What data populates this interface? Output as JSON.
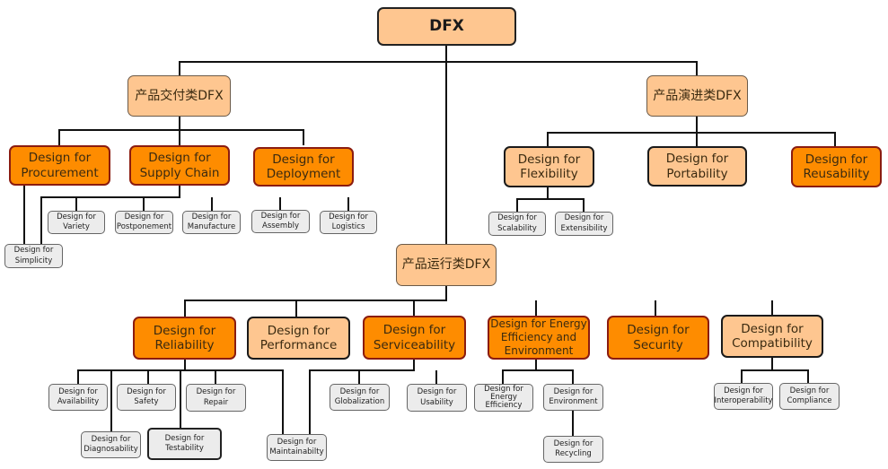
{
  "root": {
    "label": "DFX"
  },
  "categories": {
    "delivery": {
      "label": "产品交付类DFX"
    },
    "evolution": {
      "label": "产品演进类DFX"
    },
    "operation": {
      "label": "产品运行类DFX"
    }
  },
  "delivery_children": [
    {
      "label": "Design for\nProcurement"
    },
    {
      "label": "Design for\nSupply Chain"
    },
    {
      "label": "Design for\nDeployment"
    }
  ],
  "delivery_leaves": [
    {
      "label": "Design for\nSimplicity"
    },
    {
      "label": "Design for\nVariety"
    },
    {
      "label": "Design for\nPostponement"
    },
    {
      "label": "Design for\nManufacture"
    },
    {
      "label": "Design for\nAssembly"
    },
    {
      "label": "Design for\nLogistics"
    }
  ],
  "evolution_children": [
    {
      "label": "Design for\nFlexibility"
    },
    {
      "label": "Design for\nPortability"
    },
    {
      "label": "Design for\nReusability"
    }
  ],
  "evolution_leaves": [
    {
      "label": "Design for\nScalability"
    },
    {
      "label": "Design for\nExtensibility"
    }
  ],
  "operation_children": [
    {
      "label": "Design for\nReliability"
    },
    {
      "label": "Design for\nPerformance"
    },
    {
      "label": "Design  for\nServiceability"
    },
    {
      "label": "Design for Energy\nEfficiency and\nEnvironment"
    },
    {
      "label": "Design for\nSecurity"
    },
    {
      "label": "Design for\nCompatibility"
    }
  ],
  "reliability_leaves": [
    {
      "label": "Design for\nAvailability"
    },
    {
      "label": "Design for\nSafety"
    },
    {
      "label": "Design for\nRepair"
    },
    {
      "label": "Design for\nDiagnosability"
    },
    {
      "label": "Design for\nTestability"
    }
  ],
  "serviceability_leaves": [
    {
      "label": "Design for\nMaintainabilty"
    },
    {
      "label": "Design for\nGlobalization"
    },
    {
      "label": "Design for\nUsability"
    }
  ],
  "energy_leaves": [
    {
      "label": "Design for\nEnergy\nEfficiency"
    },
    {
      "label": "Design for\nEnvironment"
    },
    {
      "label": "Design for\nRecycling"
    }
  ],
  "compatibility_leaves": [
    {
      "label": "Design for\nInteroperability"
    },
    {
      "label": "Design for\nCompliance"
    }
  ]
}
